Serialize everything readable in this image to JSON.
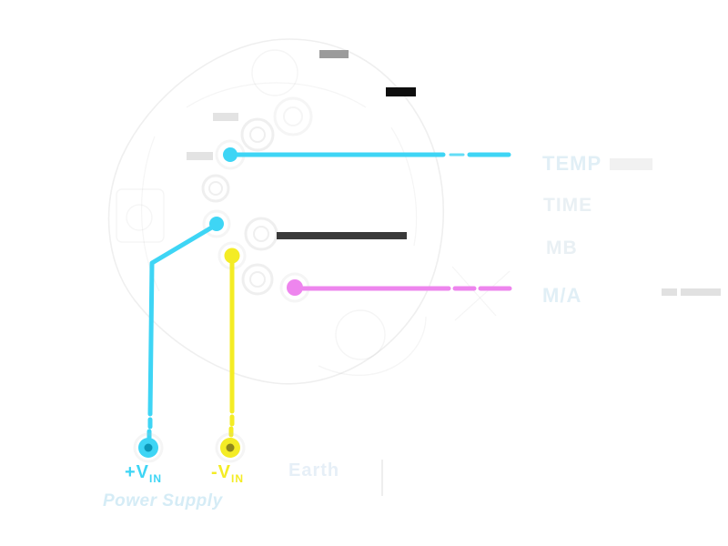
{
  "callouts": {
    "temp": {
      "label": "TEMP"
    },
    "time": {
      "label": "TIME"
    },
    "mb": {
      "label": "MB"
    },
    "ma": {
      "label": "M/A"
    },
    "v_plus": {
      "label": "+V",
      "subscript": "IN"
    },
    "v_minus": {
      "label": "-V",
      "subscript": "IN"
    },
    "earth": {
      "label": "Earth"
    },
    "power_supply": {
      "label": "Power Supply"
    }
  },
  "colors": {
    "cyan": "#3ed5f5",
    "cyan_dark": "#0b97b8",
    "yellow": "#f4ec25",
    "yellow_dark": "#8f871d",
    "magenta": "#ee85ee",
    "dark_bar": "#3a3a3a",
    "black_bar": "#0e0e0e",
    "gray_bar": "#9b9b9b",
    "light_bar": "#e3e3e3",
    "sketch": "#c9c9c9"
  }
}
